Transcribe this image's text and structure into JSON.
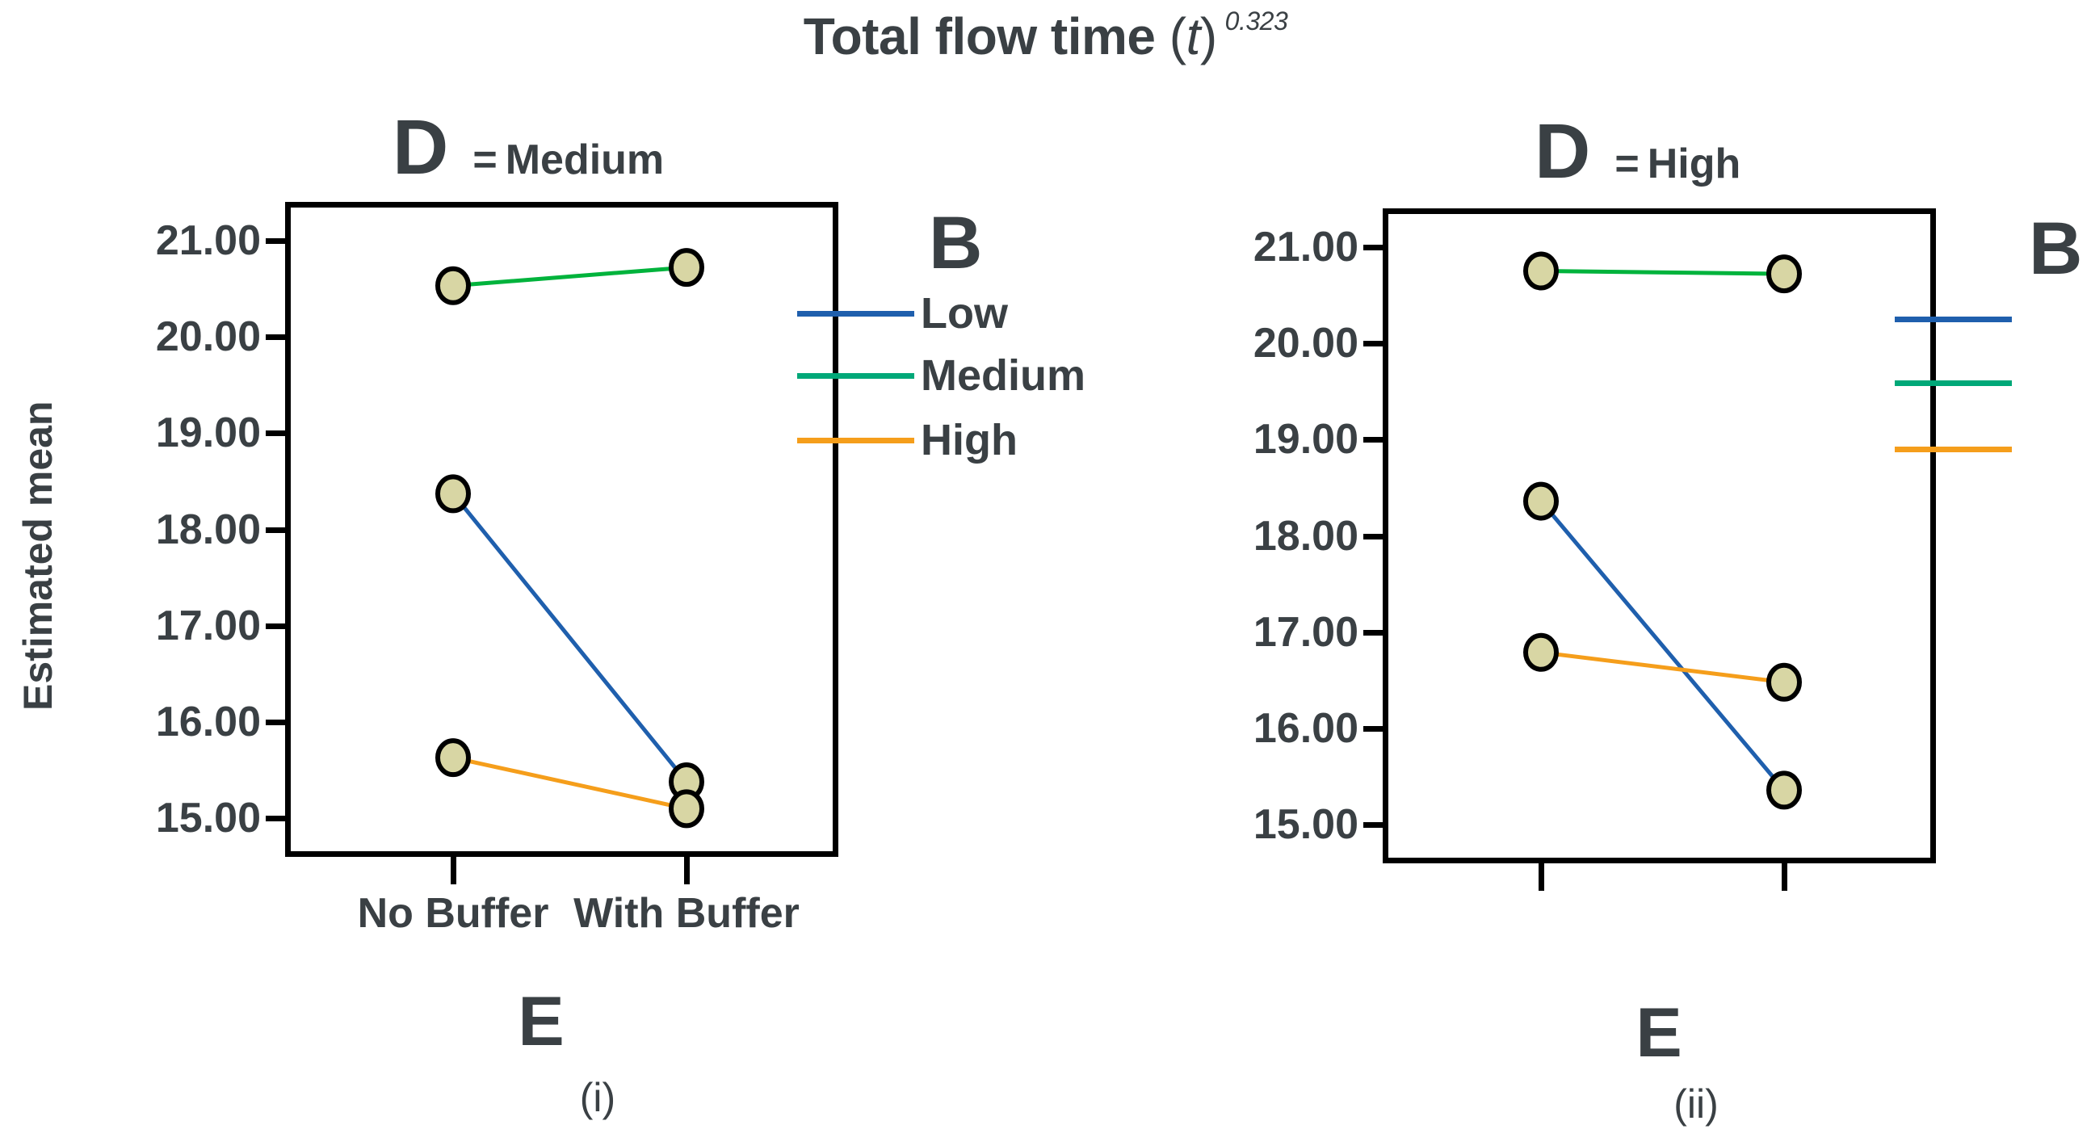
{
  "title": {
    "main": "Total flow time",
    "variable": "t",
    "exponent": "0.323",
    "paren_open": "(",
    "paren_close": ")"
  },
  "axes": {
    "ylabel": "Estimated mean",
    "xlabel": "E",
    "yticks": [
      "21.00",
      "20.00",
      "19.00",
      "18.00",
      "17.00",
      "16.00",
      "15.00"
    ]
  },
  "legend": {
    "title": "B",
    "entries": [
      {
        "label": "Low",
        "color": "#1f5fad"
      },
      {
        "label": "Medium",
        "color": "#00a878"
      },
      {
        "label": "High",
        "color": "#f59e1b"
      }
    ]
  },
  "panels": [
    {
      "factor": "D",
      "equals": "=",
      "level": "Medium",
      "caption": "(i)",
      "show_xticklabels": true,
      "show_legend_labels": true
    },
    {
      "factor": "D",
      "equals": "=",
      "level": "High",
      "caption": "(ii)",
      "show_xticklabels": false,
      "show_legend_labels": false
    }
  ],
  "colors": {
    "line_low": "#1f5fad",
    "line_medium_plot": "#00b33c",
    "line_medium_legend": "#00a878",
    "line_high": "#f59e1b",
    "marker_fill": "#d8d6a4",
    "marker_stroke": "#000000",
    "text": "#3a4044",
    "frame": "#000000",
    "background": "#ffffff"
  },
  "chart_data": {
    "type": "line",
    "title": "Total flow time (t) ^0.323",
    "xlabel": "E",
    "ylabel": "Estimated mean",
    "categories": [
      "No Buffer",
      "With Buffer"
    ],
    "ylim": [
      14.6,
      21.4
    ],
    "yticks": [
      21.0,
      20.0,
      19.0,
      18.0,
      17.0,
      16.0,
      15.0
    ],
    "grid": false,
    "legend_position": "right",
    "legend_title": "B",
    "panels": [
      {
        "panel_label": "D = Medium",
        "caption": "(i)",
        "series": [
          {
            "name": "Low",
            "color": "#1f5fad",
            "values": [
              18.37,
              15.38
            ]
          },
          {
            "name": "Medium",
            "color": "#00b33c",
            "values": [
              20.53,
              20.72
            ]
          },
          {
            "name": "High",
            "color": "#f59e1b",
            "values": [
              15.63,
              15.1
            ]
          }
        ]
      },
      {
        "panel_label": "D = High",
        "caption": "(ii)",
        "series": [
          {
            "name": "Low",
            "color": "#1f5fad",
            "values": [
              18.36,
              15.36
            ]
          },
          {
            "name": "Medium",
            "color": "#00b33c",
            "values": [
              20.75,
              20.72
            ]
          },
          {
            "name": "High",
            "color": "#f59e1b",
            "values": [
              16.79,
              16.48
            ]
          }
        ]
      }
    ]
  }
}
